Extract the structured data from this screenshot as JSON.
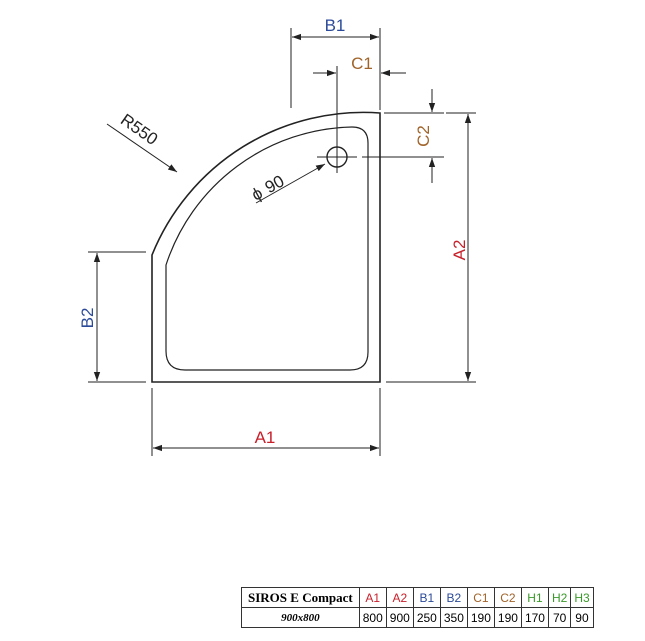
{
  "diagram": {
    "labels": {
      "a1": "A1",
      "a2": "A2",
      "b1": "B1",
      "b2": "B2",
      "c1": "C1",
      "c2": "C2",
      "radius": "R550",
      "drain": "90",
      "diameter_symbol": "ϕ"
    },
    "colors": {
      "a": "#c8202a",
      "b": "#2b4a9a",
      "c": "#a0642a",
      "h": "#3a9a2a",
      "line": "#222222"
    }
  },
  "table": {
    "model": "SIROS E Compact",
    "size": "900x800",
    "headers": [
      "A1",
      "A2",
      "B1",
      "B2",
      "C1",
      "C2",
      "H1",
      "H2",
      "H3"
    ],
    "values": [
      "800",
      "900",
      "250",
      "350",
      "190",
      "190",
      "170",
      "70",
      "90"
    ]
  }
}
